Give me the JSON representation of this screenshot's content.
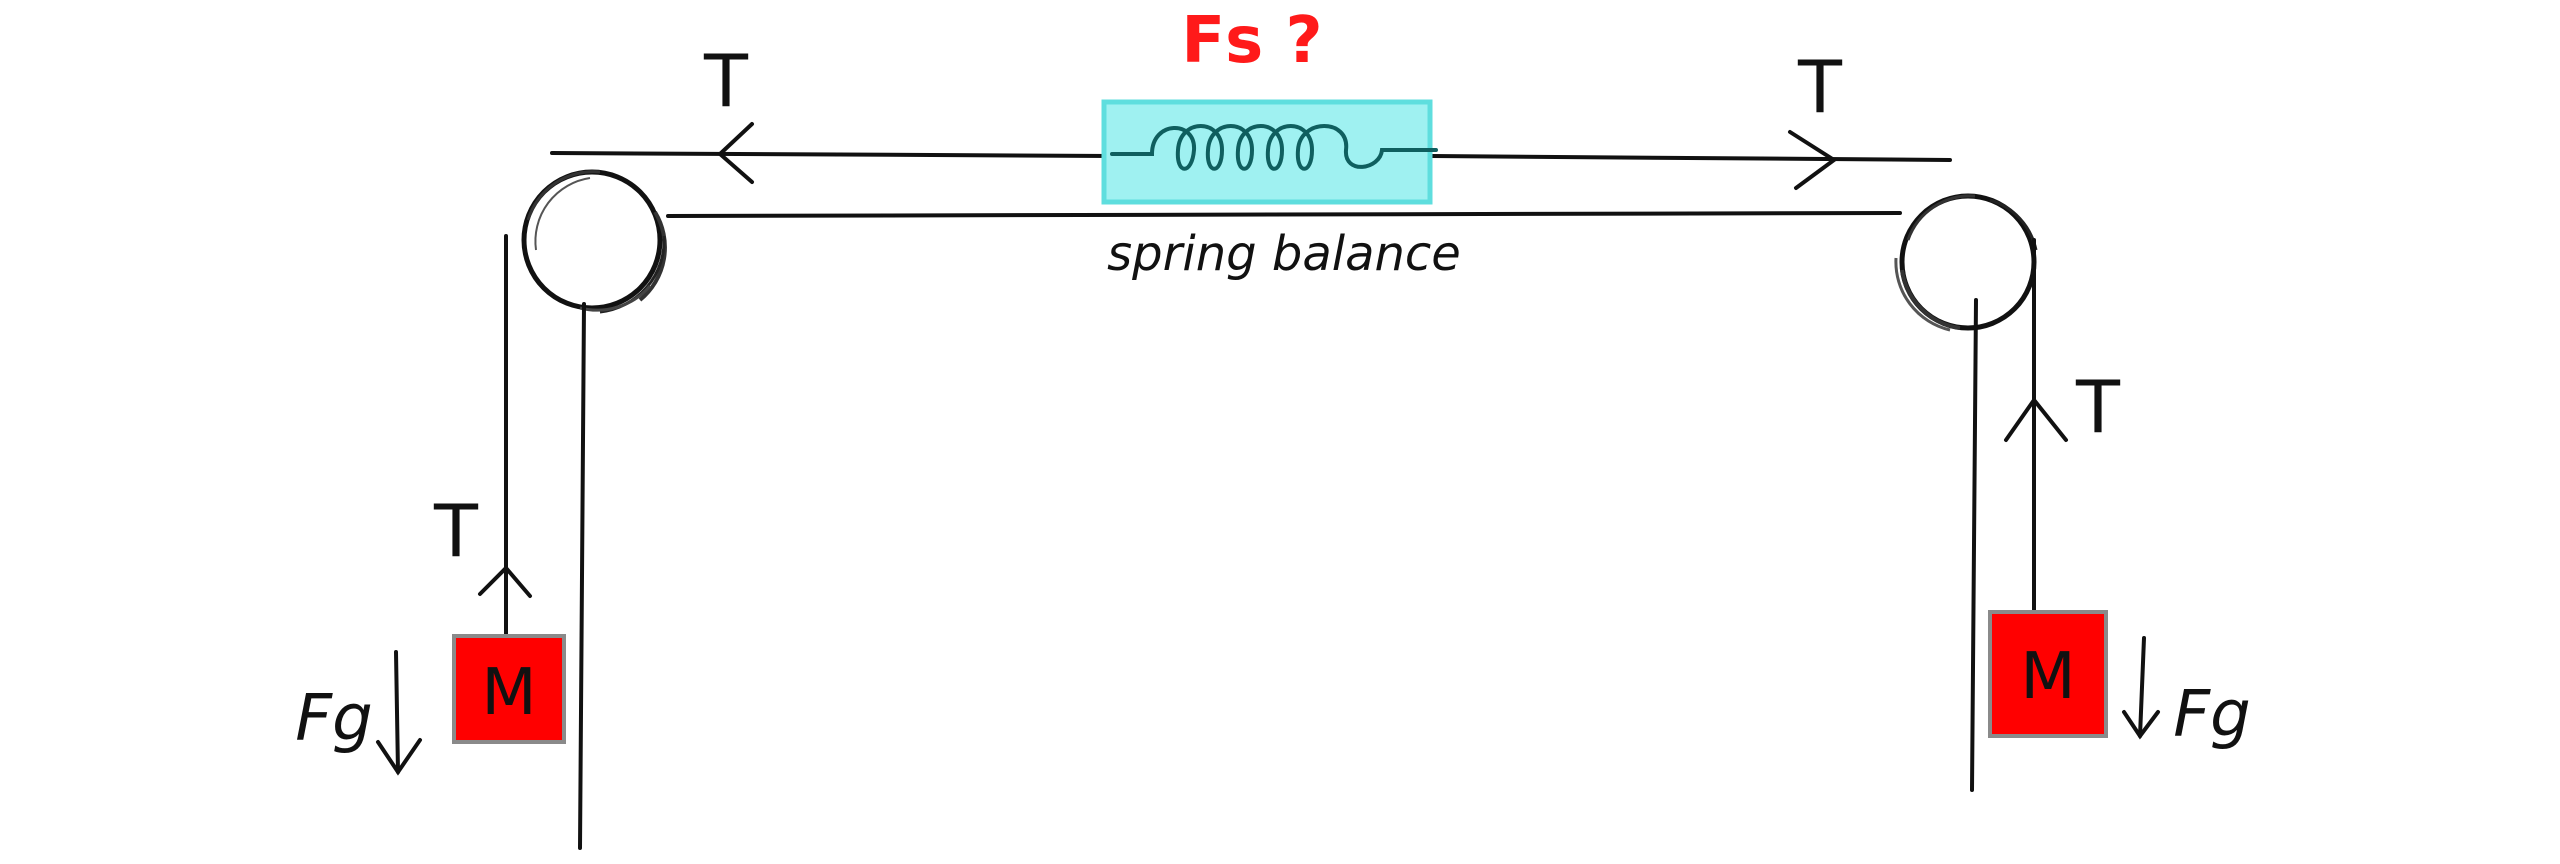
{
  "colors": {
    "ink": "#111111",
    "mass_fill": "#ff0000",
    "mass_border": "#8a8a8a",
    "spring_box_fill": "#9ff1f1",
    "spring_box_border": "#5fdede",
    "spring_coil": "#0f5f5f",
    "question_label": "#ff1a1a",
    "background": "#ffffff"
  },
  "labels": {
    "tension_top_left": "T",
    "tension_top_right": "T",
    "tension_left_mass": "T",
    "tension_right_mass": "T",
    "mass_left": "M",
    "mass_right": "M",
    "weight_left": "Fg",
    "weight_right": "Fg",
    "spring_caption": "spring balance",
    "spring_force_unknown": "Fs ?"
  },
  "icons": {
    "pulley_left": "pulley-icon",
    "pulley_right": "pulley-icon",
    "spring": "spring-coil-icon"
  }
}
